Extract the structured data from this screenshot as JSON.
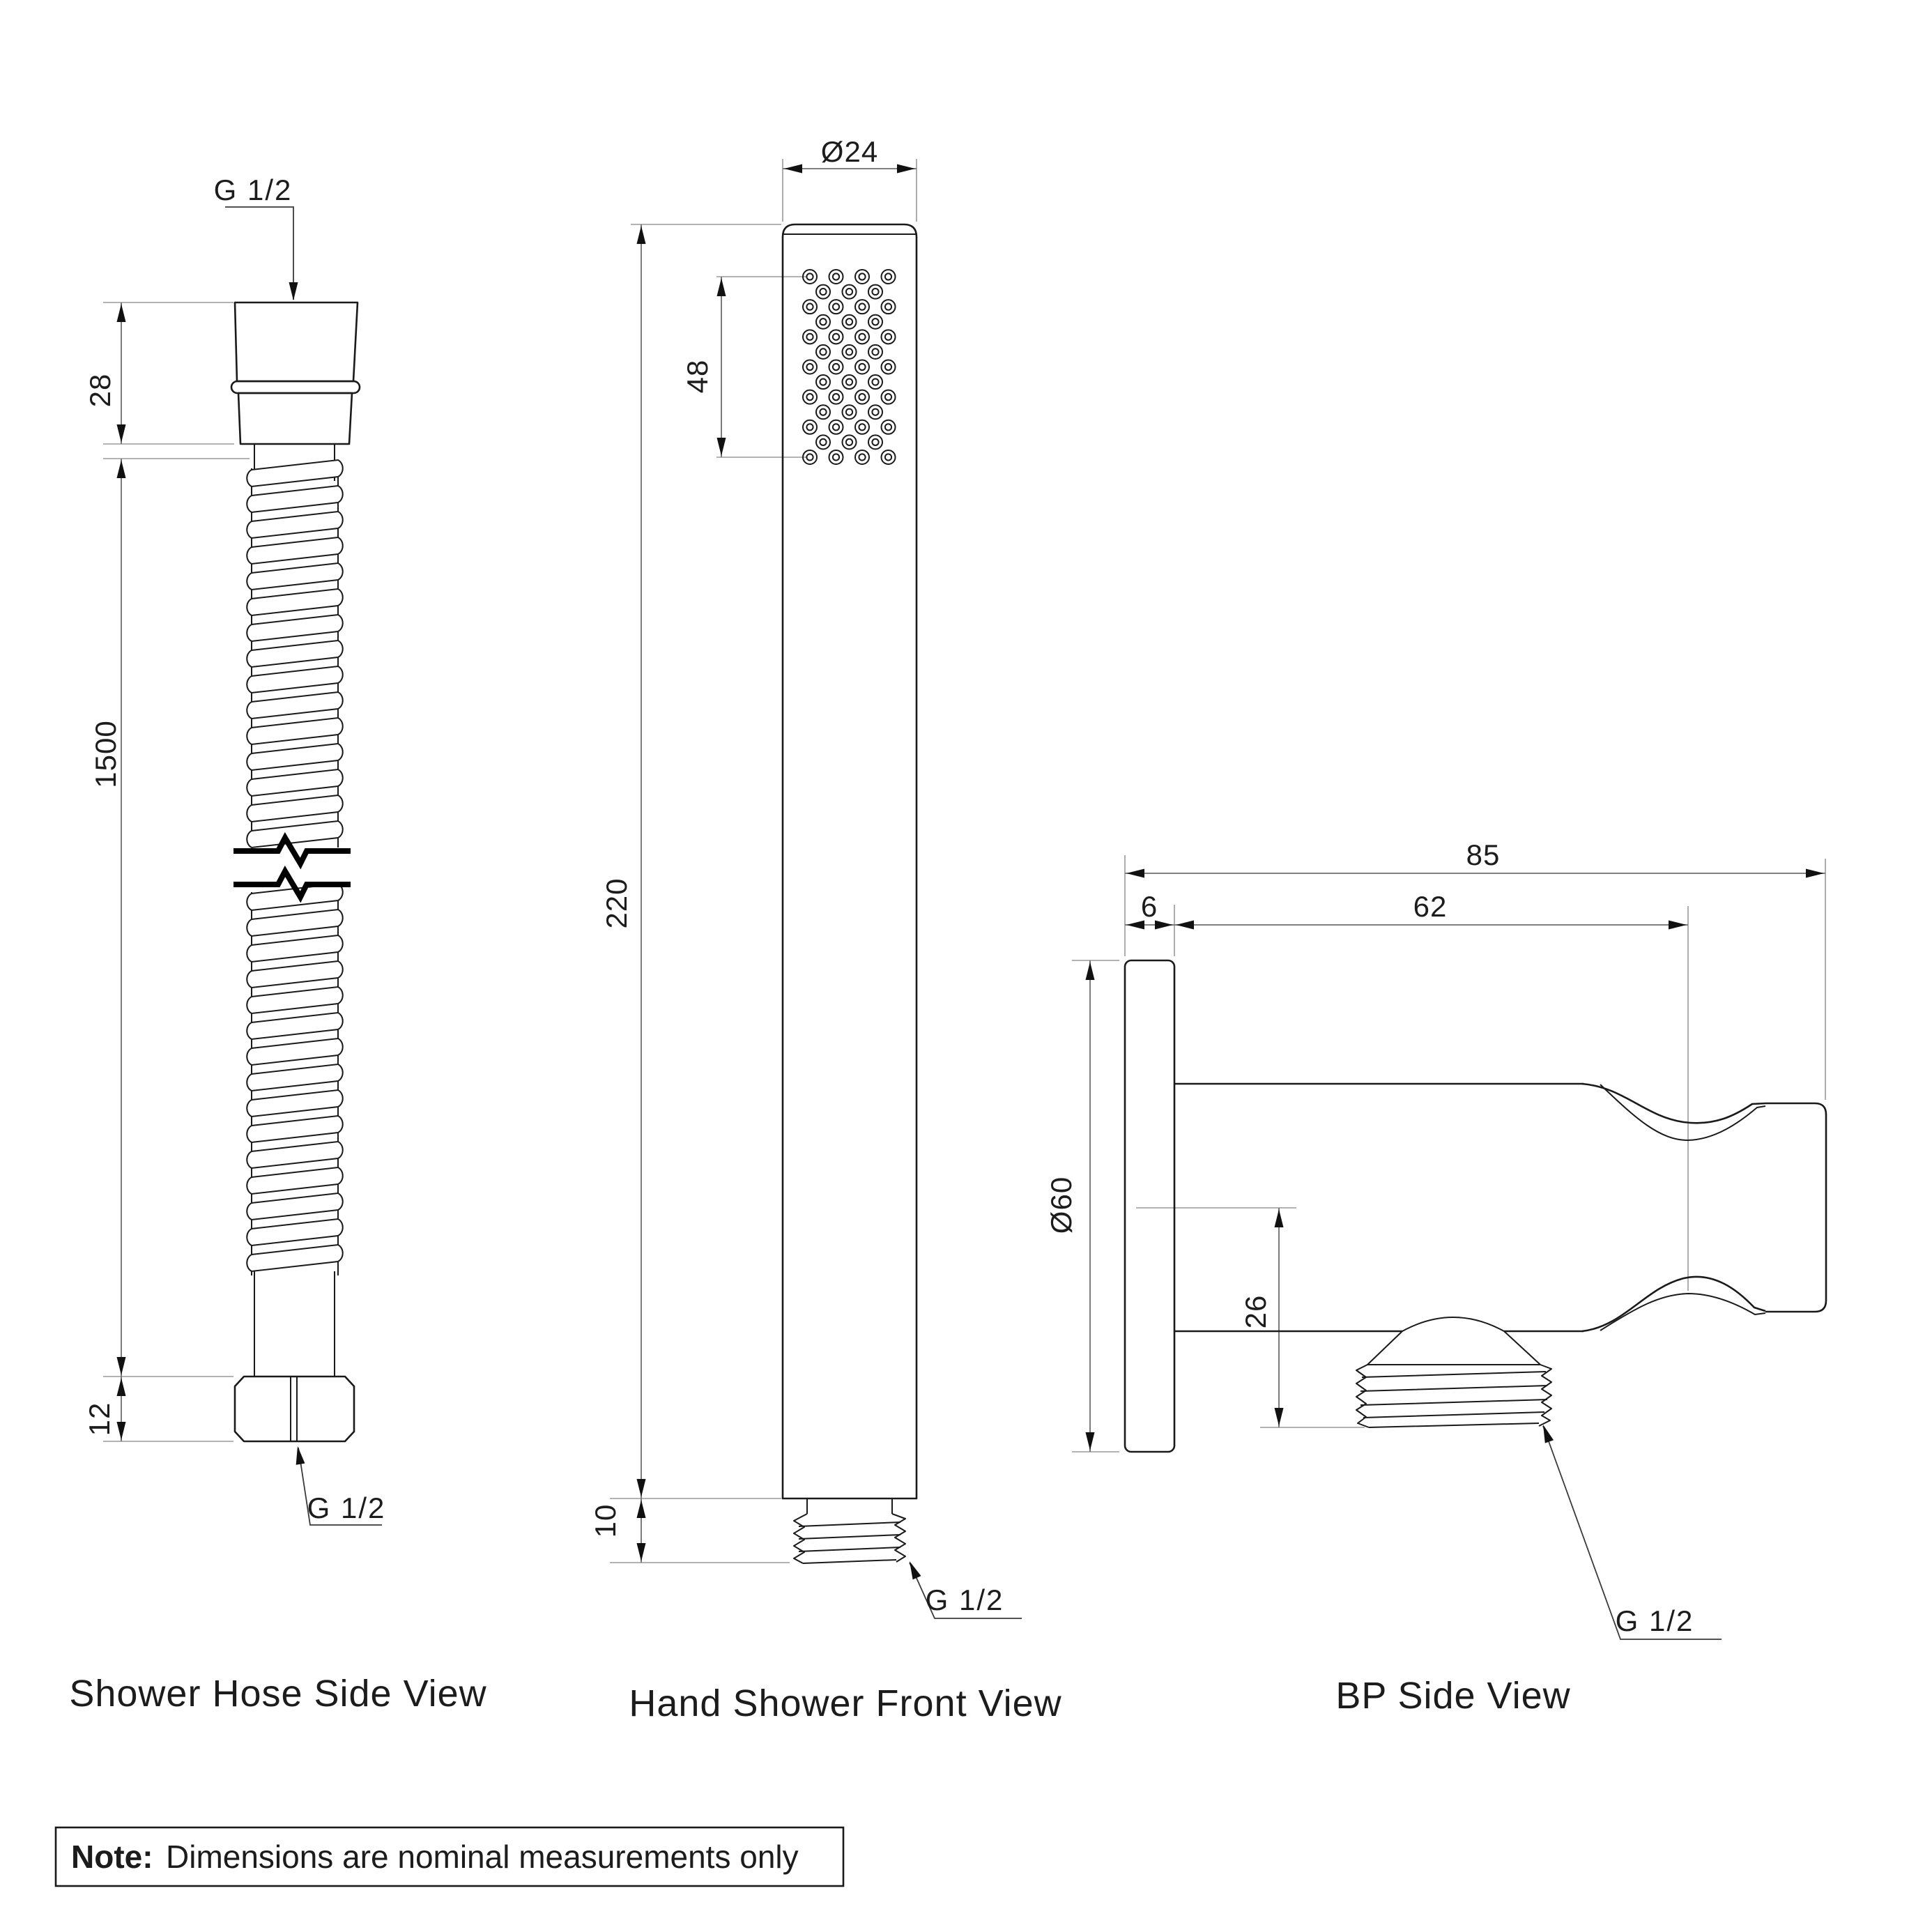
{
  "shower_hose": {
    "caption": "Shower Hose Side View",
    "top_thread_label": "G 1/2",
    "bottom_thread_label": "G 1/2",
    "dim_connector": "28",
    "dim_hose_length": "1500",
    "dim_nut": "12"
  },
  "hand_shower": {
    "caption": "Hand Shower Front View",
    "dim_diameter": "Ø24",
    "dim_spray_face": "48",
    "dim_length": "220",
    "dim_thread_length": "10",
    "thread_label": "G 1/2"
  },
  "bp": {
    "caption": "BP Side View",
    "dim_overall_depth": "85",
    "dim_plate_thickness": "6",
    "dim_projection": "62",
    "dim_plate_diameter": "Ø60",
    "dim_outlet_drop": "26",
    "thread_label": "G 1/2"
  },
  "note": {
    "prefix": "Note:",
    "text": "Dimensions are nominal measurements only"
  },
  "colors": {
    "background": "#ffffff",
    "object_line": "#1a1a1a",
    "dimension_line": "#6e6e6e",
    "extension_line": "#9a9a9a",
    "text": "#1c1c1c"
  }
}
